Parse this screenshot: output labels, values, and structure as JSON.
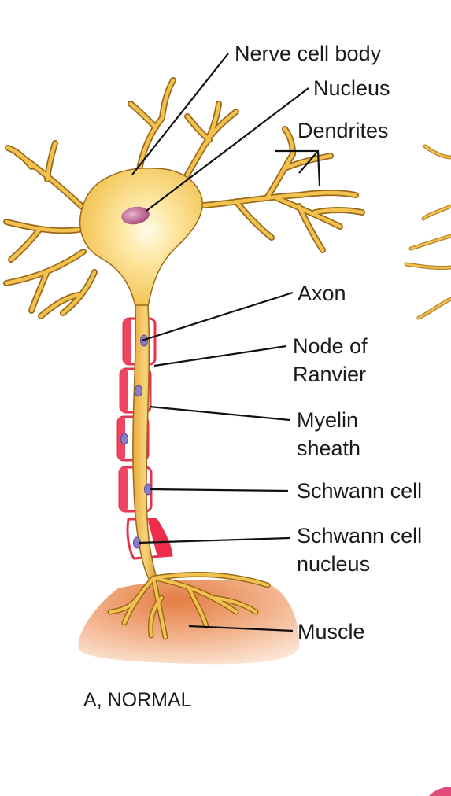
{
  "labels": {
    "nerve_cell_body": "Nerve cell body",
    "nucleus": "Nucleus",
    "dendrites": "Dendrites",
    "axon": "Axon",
    "node_of_ranvier": [
      "Node of",
      "Ranvier"
    ],
    "myelin_sheath": [
      "Myelin",
      "sheath"
    ],
    "schwann_cell": "Schwann cell",
    "schwann_cell_nucleus": [
      "Schwann cell",
      "nucleus"
    ],
    "muscle": "Muscle"
  },
  "caption": "A, NORMAL",
  "colors": {
    "neuron_fill": "#f2c14e",
    "neuron_outline": "#9a6a1c",
    "nucleus": "#b0467a",
    "myelin": "#ee2d4a",
    "muscle": "#e58a52",
    "leader_line": "#111111"
  }
}
